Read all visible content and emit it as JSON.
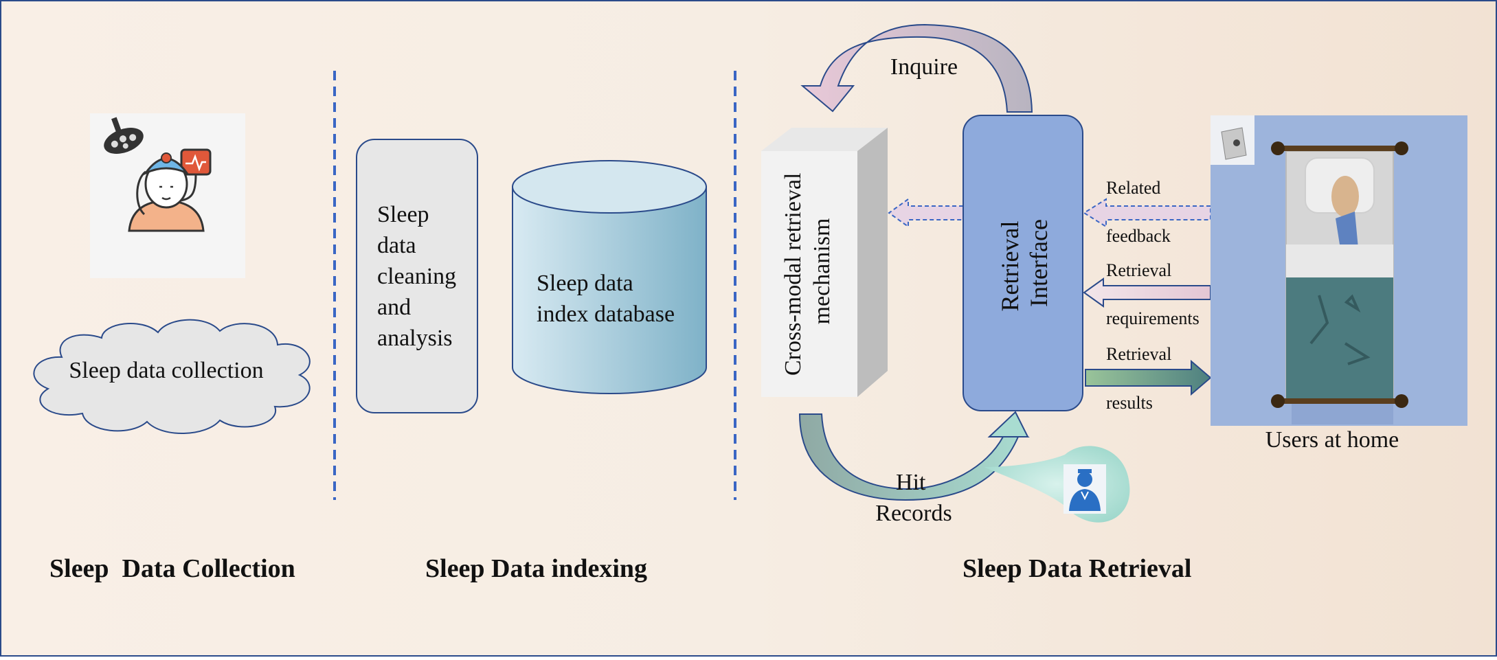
{
  "sections": {
    "collection": "Sleep  Data Collection",
    "indexing": "Sleep Data indexing",
    "retrieval": "Sleep Data Retrieval"
  },
  "collection": {
    "cloud_label": "Sleep data collection"
  },
  "indexing": {
    "cleaning_lines": [
      "Sleep",
      "data",
      "cleaning",
      "and",
      "analysis"
    ],
    "database_lines": [
      "Sleep data",
      "index database"
    ]
  },
  "retrieval": {
    "mechanism_lines": [
      "Cross-modal retrieval",
      "mechanism"
    ],
    "interface_lines": [
      "Retrieval",
      "Interface"
    ],
    "inquire": "Inquire",
    "hit_records_lines": [
      "Hit",
      "Records"
    ],
    "related_feedback_lines": [
      "Related",
      "feedback"
    ],
    "retrieval_requirements_lines": [
      "Retrieval",
      "requirements"
    ],
    "retrieval_results_lines": [
      "Retrieval",
      "results"
    ],
    "users_label": "Users at home"
  },
  "colors": {
    "frame_border": "#2a4a8a",
    "divider": "#3a66c4",
    "interface_fill": "#8eaadc",
    "database_fill": "#9fc6d8",
    "bedroom_fill": "#9db4dc",
    "blanket": "#4c7b7f",
    "cloud_fill": "#e6e6e6"
  }
}
